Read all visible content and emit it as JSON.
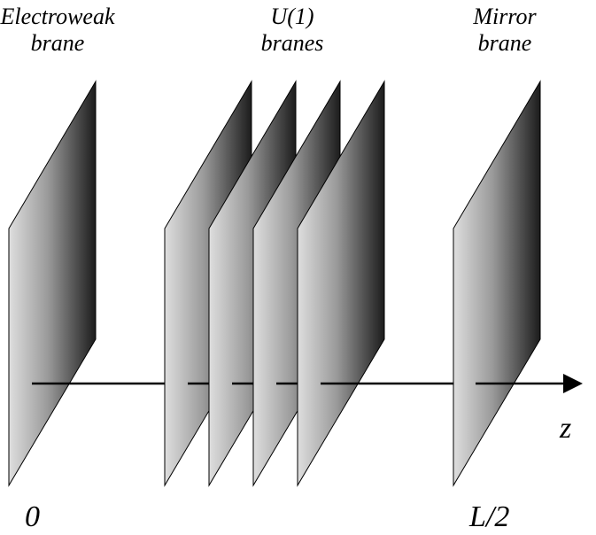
{
  "labels": {
    "electroweak": {
      "line1": "Electroweak",
      "line2": "brane"
    },
    "u1": {
      "line1": "U(1)",
      "line2": "branes"
    },
    "mirror": {
      "line1": "Mirror",
      "line2": "brane"
    }
  },
  "axis": {
    "name": "z",
    "tick_start": "0",
    "tick_end": "L/2"
  },
  "colors": {
    "brane_light": "#d9d9d9",
    "brane_dark": "#1a1a1a",
    "line": "#000000"
  }
}
